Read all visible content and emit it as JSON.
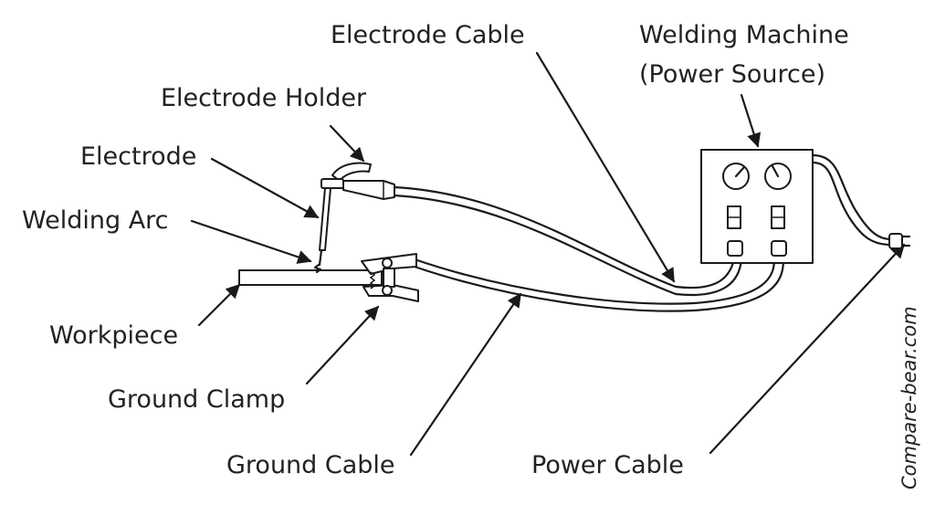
{
  "labels": {
    "electrode_cable": "Electrode Cable",
    "welding_machine_line1": "Welding Machine",
    "welding_machine_line2": "(Power Source)",
    "electrode_holder": "Electrode Holder",
    "electrode": "Electrode",
    "welding_arc": "Welding Arc",
    "workpiece": "Workpiece",
    "ground_clamp": "Ground Clamp",
    "ground_cable": "Ground Cable",
    "power_cable": "Power Cable"
  },
  "watermark": "Compare-bear.com",
  "colors": {
    "line": "#1a1a1a",
    "text": "#222222",
    "background": "#ffffff"
  }
}
